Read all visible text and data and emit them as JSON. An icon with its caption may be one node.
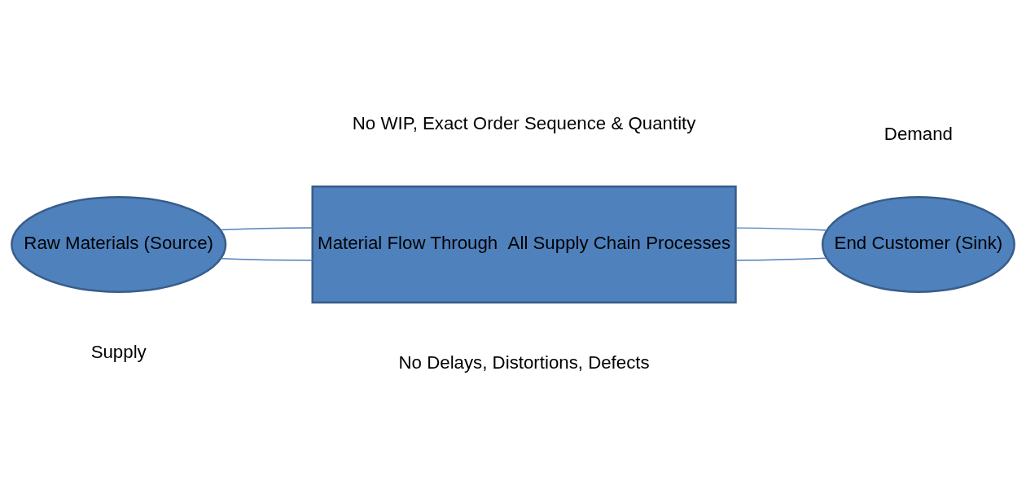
{
  "diagram": {
    "nodes": [
      {
        "text": [
          "Raw Materials (Source)"
        ]
      },
      {
        "text": [
          "Material Flow Through  All Supply Chain Processes"
        ]
      },
      {
        "text": [
          "End Customer (Sink)"
        ]
      }
    ],
    "edges": [
      {
        "from": 0,
        "to": 1,
        "arrow": "none"
      },
      {
        "from": 0,
        "to": 1,
        "arrow": "none"
      },
      {
        "from": 1,
        "to": 2,
        "arrow": "none"
      },
      {
        "from": 1,
        "to": 2,
        "arrow": "none"
      }
    ],
    "labels": [
      "No WIP, Exact Order Sequence & Quantity",
      "Demand",
      "Supply",
      "No Delays, Distortions, Defects"
    ]
  }
}
